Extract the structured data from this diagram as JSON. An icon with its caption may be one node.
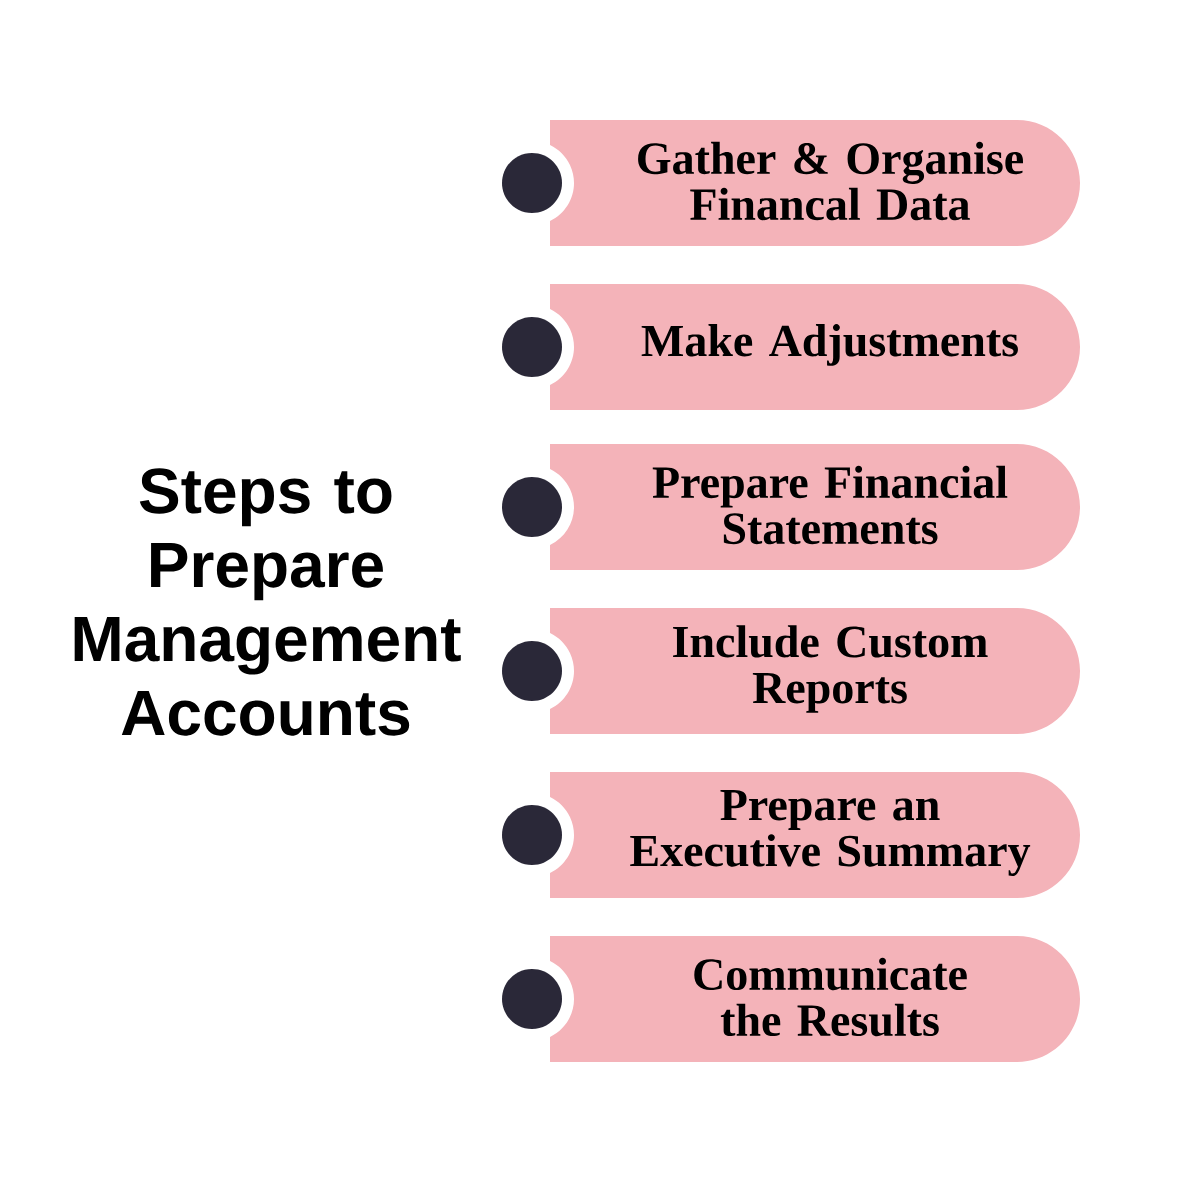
{
  "diagram": {
    "title": "Steps to Prepare Management Accounts",
    "nodes": [
      {
        "text": [
          "Gather & Organise Financal Data"
        ]
      },
      {
        "text": [
          "Make Adjustments"
        ]
      },
      {
        "text": [
          "Prepare Financial Statements"
        ]
      },
      {
        "text": [
          "Include Custom Reports"
        ]
      },
      {
        "text": [
          "Prepare an Executive Summary"
        ]
      },
      {
        "text": [
          "Communicate the Results"
        ]
      }
    ]
  }
}
